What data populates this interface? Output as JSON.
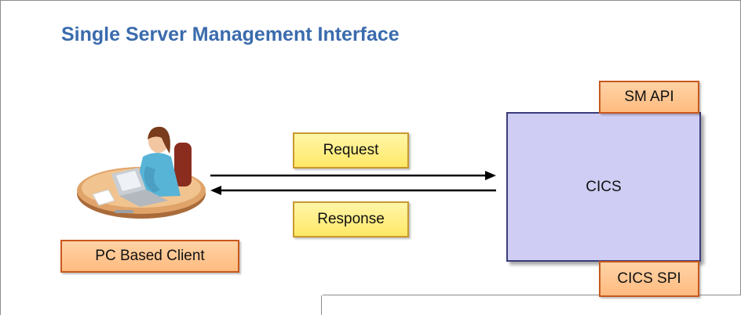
{
  "title": "Single Server Management Interface",
  "client": {
    "label": "PC Based Client",
    "icon": "person-at-laptop-icon"
  },
  "request": {
    "label": "Request"
  },
  "response": {
    "label": "Response"
  },
  "server": {
    "label": "CICS",
    "top_label": "SM API",
    "bottom_label": "CICS SPI"
  },
  "colors": {
    "title": "#3a6bad",
    "orange_fill": "#ffc690",
    "orange_border": "#c8581e",
    "yellow_fill": "#ffe866",
    "cics_fill": "#cfcdf4",
    "cics_border": "#3c3c7a"
  }
}
